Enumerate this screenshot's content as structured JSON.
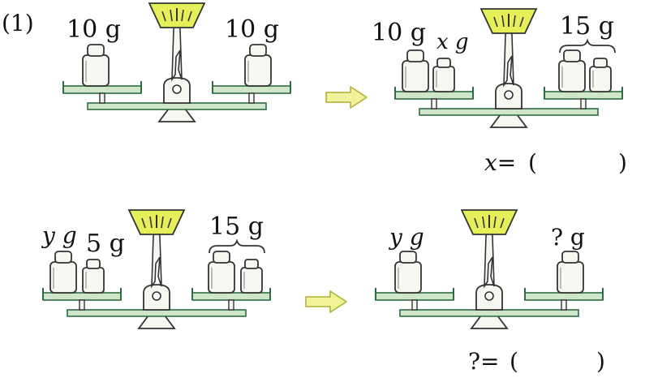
{
  "problem_number": "(1)",
  "colors": {
    "green_fill": "#cfe6c9",
    "green_stroke": "#2f6b45",
    "dial_fill": "#e5ef5a",
    "arrow_fill": "#f2f29a",
    "arrow_stroke": "#b9b949",
    "weight_fill": "#f7f7f2"
  },
  "scales": [
    {
      "id": "scale-1",
      "left_labels": [
        {
          "text": "10 g"
        }
      ],
      "right_labels": [
        {
          "text": "10 g"
        }
      ],
      "left_weights": [
        "large"
      ],
      "right_weights": [
        "large"
      ]
    },
    {
      "id": "scale-2",
      "left_labels": [
        {
          "text": "10 g"
        },
        {
          "text": "x g"
        }
      ],
      "right_labels": [
        {
          "text": "15 g"
        }
      ],
      "left_weights": [
        "large",
        "small"
      ],
      "right_weights": [
        "large",
        "small"
      ]
    },
    {
      "id": "scale-3",
      "left_labels": [
        {
          "text": "y g"
        },
        {
          "text": "5 g"
        }
      ],
      "right_labels": [
        {
          "text": "15 g"
        }
      ],
      "left_weights": [
        "large",
        "small"
      ],
      "right_weights": [
        "large",
        "small"
      ]
    },
    {
      "id": "scale-4",
      "left_labels": [
        {
          "text": "y g"
        }
      ],
      "right_labels": [
        {
          "text": "? g"
        }
      ],
      "left_weights": [
        "large"
      ],
      "right_weights": [
        "large"
      ]
    }
  ],
  "answers": [
    {
      "prefix": "x=",
      "open": "(",
      "close": ")"
    },
    {
      "prefix": "?=",
      "open": "(",
      "close": ")"
    }
  ]
}
